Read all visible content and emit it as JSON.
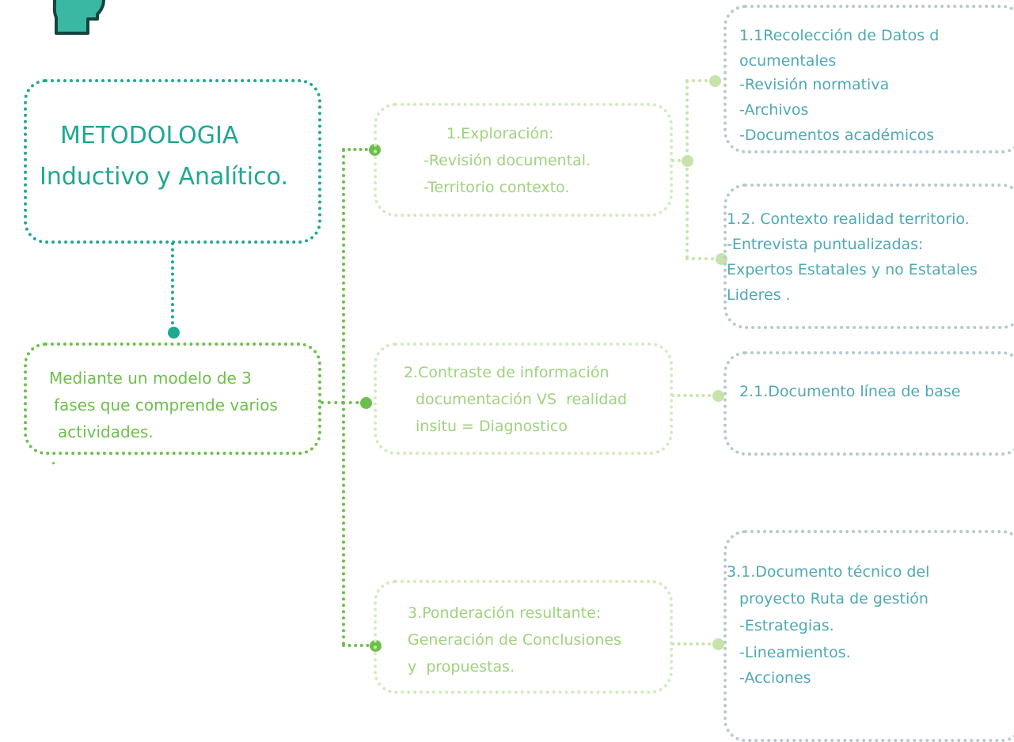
{
  "colors": {
    "teal": "#1fa892",
    "green": "#6cc04a",
    "light_green": "#9fd27e",
    "blue_gray": "#4fa8b6"
  },
  "icon": "head-with-gear-icon",
  "main_box": {
    "line1": "METODOLOGIA",
    "line2": "Inductivo y Analítico."
  },
  "model_box": {
    "line1": "Mediante un modelo de 3",
    "line2": "fases que comprende varios",
    "line3": "actividades."
  },
  "phases": [
    {
      "lines": [
        "1.Exploración:",
        "-Revisión documental.",
        "-Territorio contexto."
      ]
    },
    {
      "lines": [
        "2.Contraste de información",
        "documentación VS  realidad",
        "insitu = Diagnostico"
      ]
    },
    {
      "lines": [
        "3.Ponderación resultante:",
        "Generación de Conclusiones",
        "y  propuestas."
      ]
    }
  ],
  "details": [
    {
      "lines": [
        "1.1Recolección de Datos d",
        "ocumentales",
        "-Revisión normativa",
        "-Archivos",
        "-Documentos académicos"
      ]
    },
    {
      "lines": [
        "1.2. Contexto realidad territorio.",
        "-Entrevista puntualizadas:",
        "Expertos Estatales y no Estatales",
        "Lideres ."
      ]
    },
    {
      "lines": [
        "2.1.Documento línea de base"
      ]
    },
    {
      "lines": [
        "3.1.Documento técnico del",
        "proyecto Ruta de gestión",
        "-Estrategias.",
        "-Lineamientos.",
        "-Acciones"
      ]
    }
  ]
}
